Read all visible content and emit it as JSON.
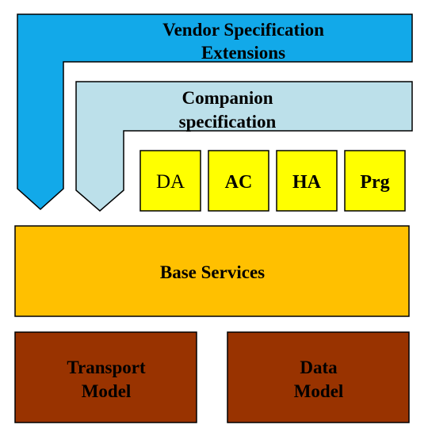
{
  "colors": {
    "vendor": "#12A9E9",
    "companion": "#BCE0EA",
    "profile_box": "#FFFF00",
    "base_services": "#FFC000",
    "model_box": "#993300",
    "outline": "#000000"
  },
  "vendor_extensions": {
    "line1": "Vendor Specification",
    "line2": "Extensions"
  },
  "companion_spec": {
    "line1": "Companion",
    "line2": "specification"
  },
  "profiles": {
    "da": "DA",
    "ac": "AC",
    "ha": "HA",
    "prg": "Prg"
  },
  "base_services": {
    "label": "Base Services"
  },
  "transport_model": {
    "line1": "Transport",
    "line2": "Model"
  },
  "data_model": {
    "line1": "Data",
    "line2": "Model"
  }
}
